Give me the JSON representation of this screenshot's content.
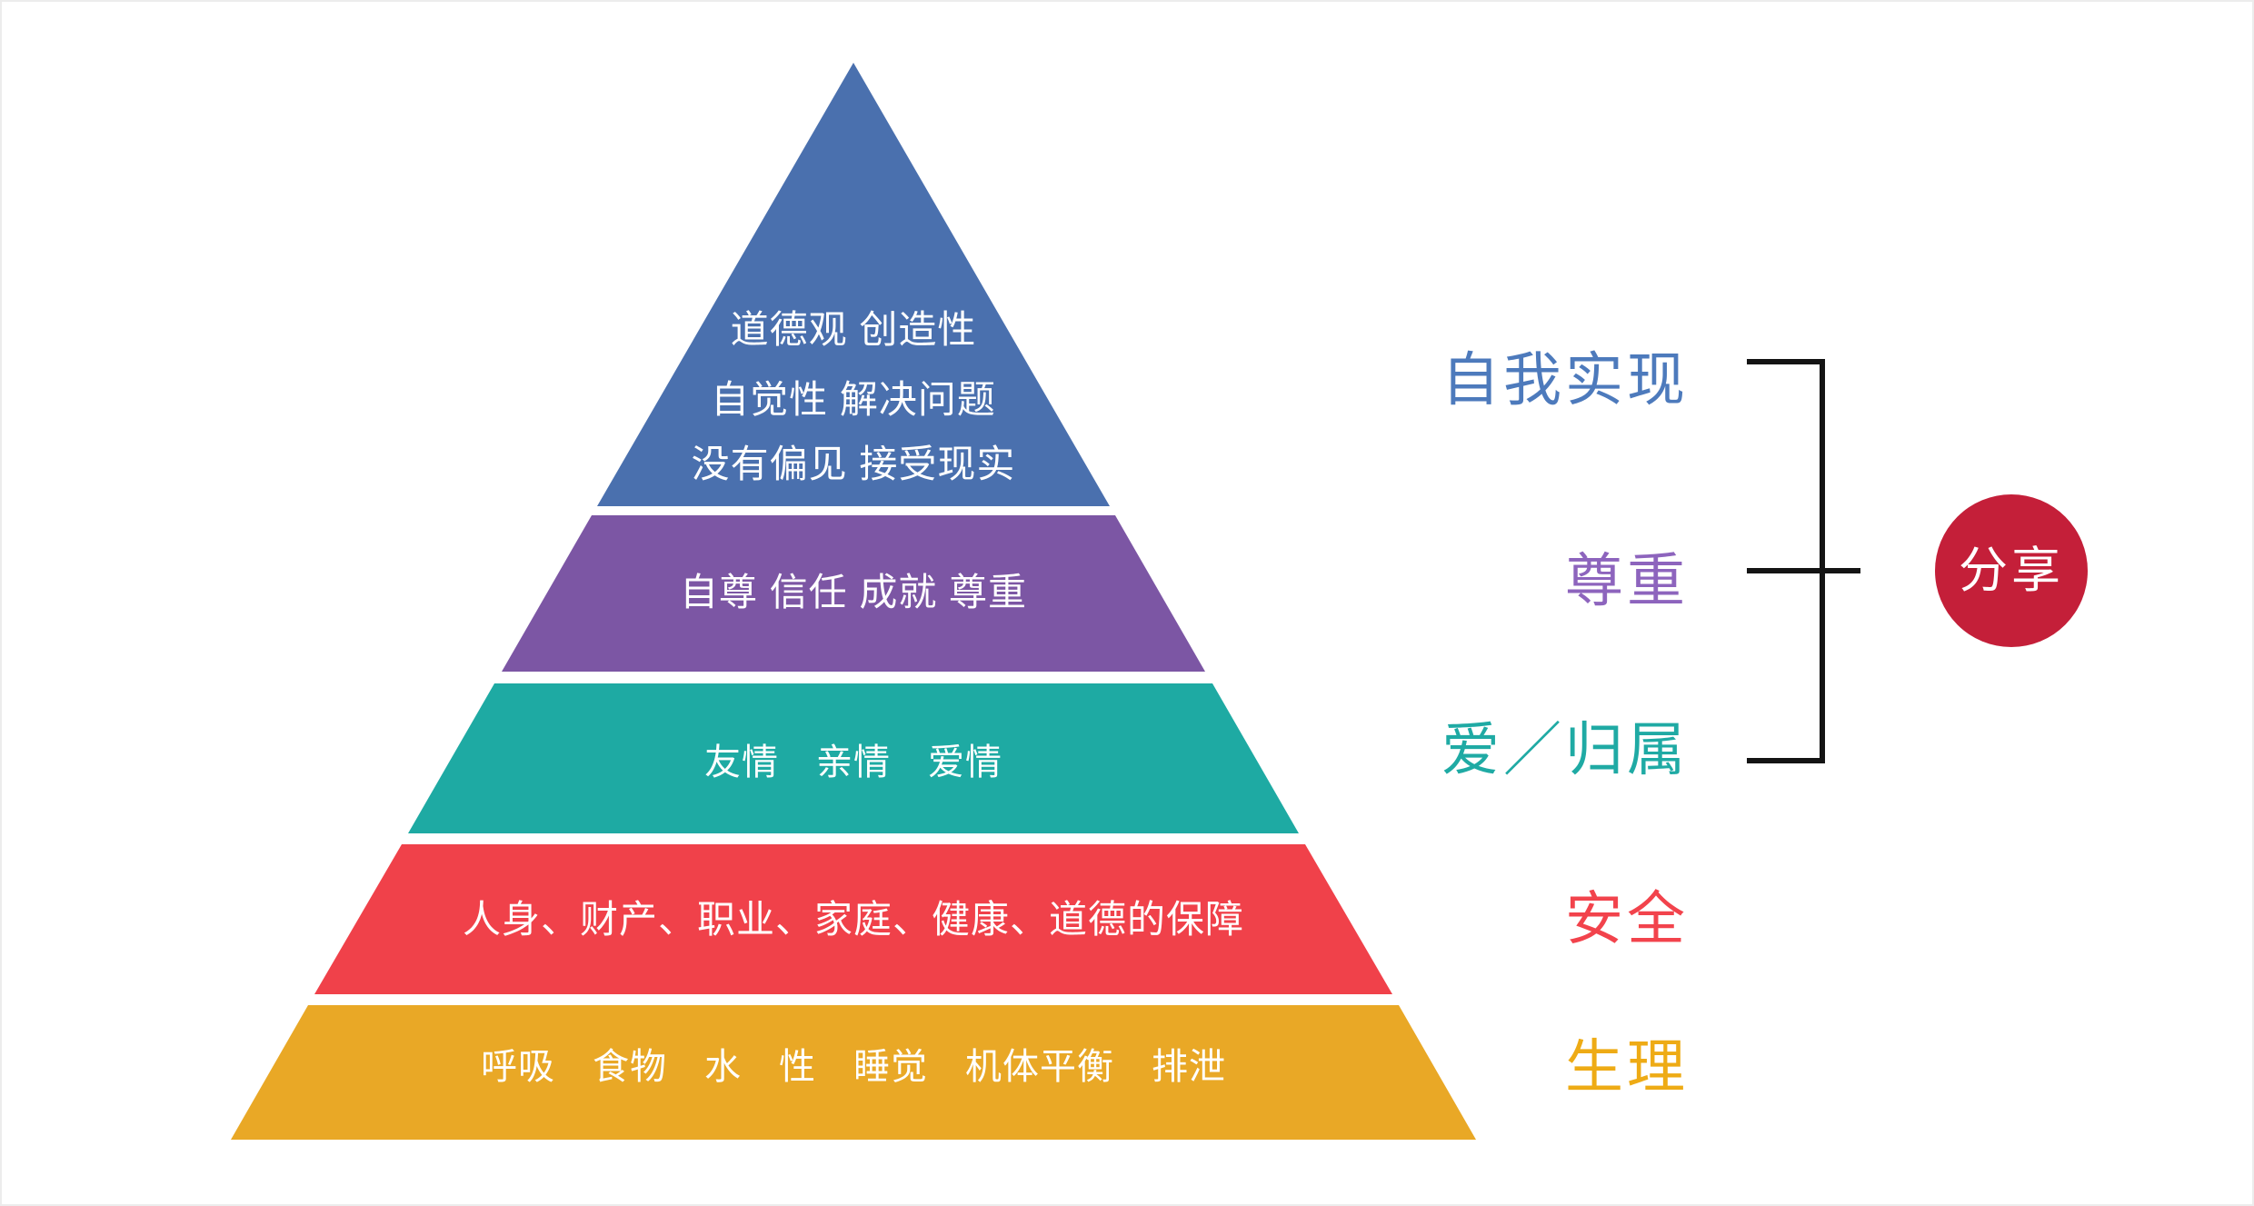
{
  "pyramid": {
    "levels": [
      {
        "name": "self-actualization",
        "color": "#4a70ae",
        "label": "自我实现",
        "label_color": "#4d7abc",
        "lines": [
          "道德观 创造性",
          "自觉性 解决问题",
          "没有偏见 接受现实"
        ]
      },
      {
        "name": "esteem",
        "color": "#7c56a4",
        "label": "尊重",
        "label_color": "#8d64bd",
        "lines": [
          "自尊 信任 成就 尊重"
        ]
      },
      {
        "name": "love-belonging",
        "color": "#1eaaa3",
        "label": "爱／归属",
        "label_color": "#1faaa4",
        "lines": [
          "友情　亲情　爱情"
        ]
      },
      {
        "name": "safety",
        "color": "#f0414a",
        "label": "安全",
        "label_color": "#f2434c",
        "lines": [
          "人身、财产、职业、家庭、健康、道德的保障"
        ]
      },
      {
        "name": "physiological",
        "color": "#e9a826",
        "label": "生理",
        "label_color": "#eeab15",
        "lines": [
          "呼吸　食物　水　性　睡觉　机体平衡　排泄"
        ]
      }
    ]
  },
  "bracket": {
    "color": "#141414",
    "connects_labels": [
      "自我实现",
      "尊重",
      "爱／归属"
    ]
  },
  "share_badge": {
    "label": "分享",
    "color": "#c41f39",
    "text_color": "#ffffff"
  }
}
